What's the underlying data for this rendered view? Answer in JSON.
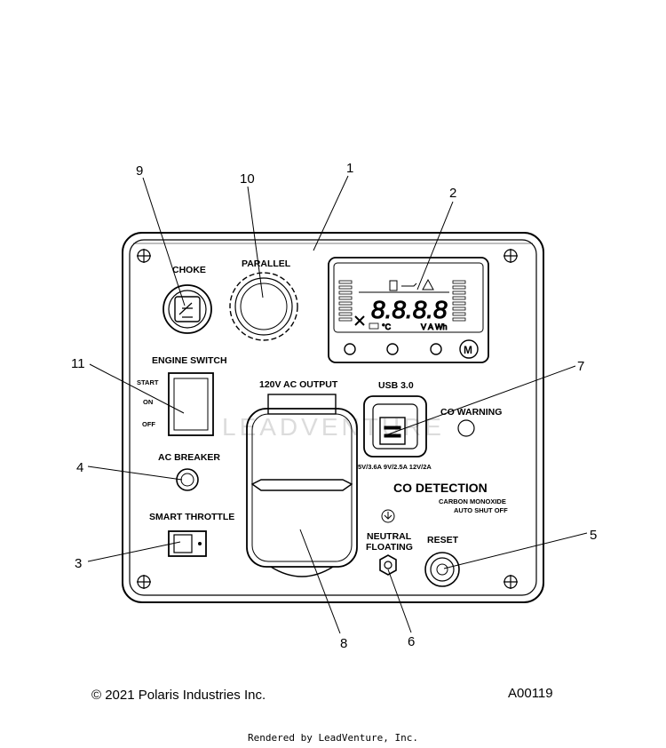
{
  "callouts": {
    "c1": "1",
    "c2": "2",
    "c3": "3",
    "c4": "4",
    "c5": "5",
    "c6": "6",
    "c7": "7",
    "c8": "8",
    "c9": "9",
    "c10": "10",
    "c11": "11"
  },
  "labels": {
    "choke": "CHOKE",
    "parallel": "PARALLEL",
    "engine_switch": "ENGINE SWITCH",
    "start": "START",
    "on": "ON",
    "off": "OFF",
    "ac_breaker": "AC BREAKER",
    "smart_throttle": "SMART THROTTLE",
    "ac_output": "120V AC OUTPUT",
    "usb": "USB 3.0",
    "usb_specs": "5V/3.6A 9V/2.5A 12V/2A",
    "co_warning": "CO WARNING",
    "co_detection": "CO DETECTION",
    "carbon_monoxide": "CARBON MONOXIDE",
    "auto_shut_off": "AUTO SHUT OFF",
    "neutral": "NEUTRAL",
    "floating": "FLOATING",
    "reset": "RESET",
    "mode_button": "M",
    "lcd_digits": "8.8.8.8"
  },
  "watermark": "LEADVENTURE",
  "footer": {
    "copyright": "© 2021 Polaris Industries Inc.",
    "figure_id": "A00119",
    "rendered_by": "Rendered by LeadVenture, Inc."
  }
}
